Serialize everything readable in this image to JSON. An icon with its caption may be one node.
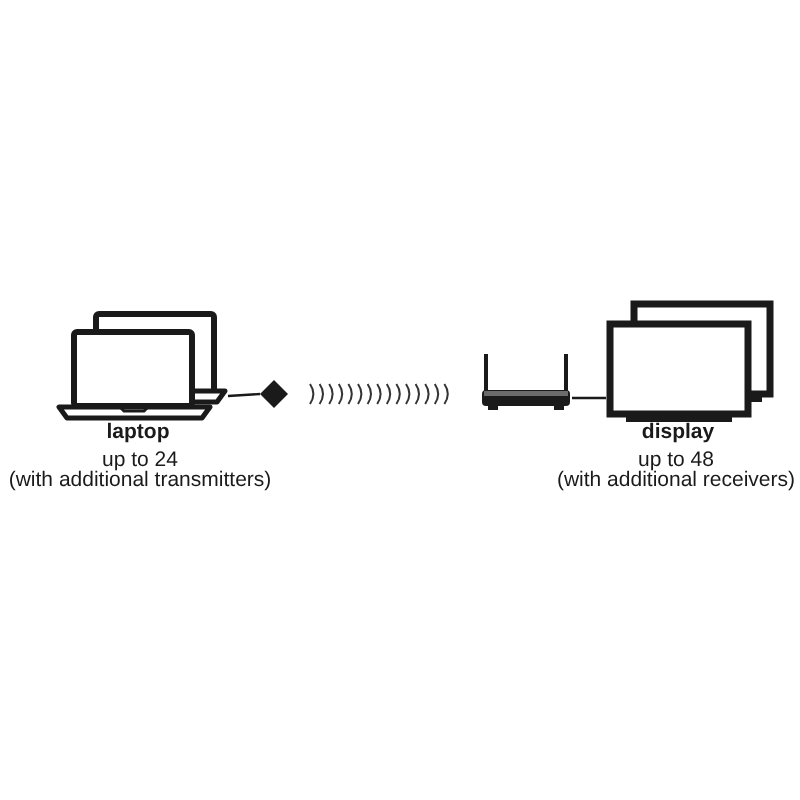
{
  "diagram": {
    "nodes": [
      {
        "text": [
          "laptop",
          "up to 24",
          "(with additional transmitters)"
        ]
      },
      {
        "text": [],
        "shape": "diamond"
      },
      {
        "text": [],
        "shape": "picture"
      },
      {
        "text": [
          "display",
          "up to 48",
          "(with additional receivers)"
        ]
      }
    ],
    "edges": [
      {
        "from": 0,
        "to": 1,
        "arrow": "none"
      },
      {
        "from": 2,
        "to": 3,
        "arrow": "none"
      }
    ]
  }
}
